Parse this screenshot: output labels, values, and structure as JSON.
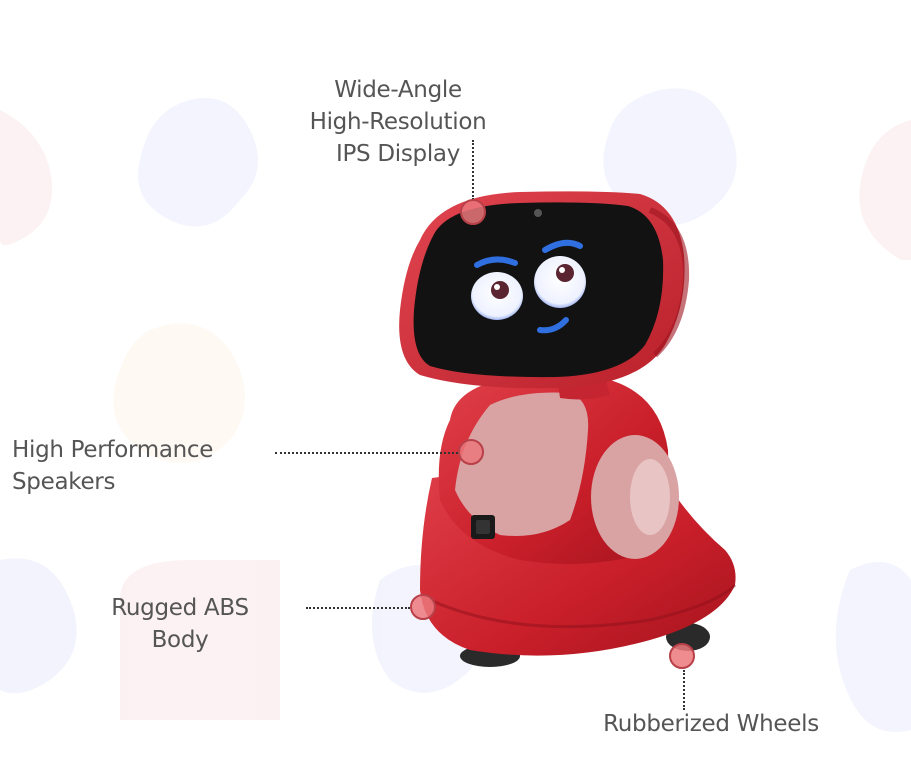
{
  "features": {
    "display": {
      "lines": [
        "Wide-Angle",
        "High-Resolution",
        "IPS Display"
      ]
    },
    "speakers": {
      "lines": [
        "High Performance",
        "Speakers"
      ]
    },
    "body": {
      "lines": [
        "Rugged ABS",
        "Body"
      ]
    },
    "wheels": {
      "lines": [
        "Rubberized Wheels"
      ]
    }
  },
  "colors": {
    "robot_red": "#d22630",
    "robot_pink": "#d9a3a4",
    "screen": "#121212",
    "marker": "#eb787d",
    "text": "#555555"
  }
}
